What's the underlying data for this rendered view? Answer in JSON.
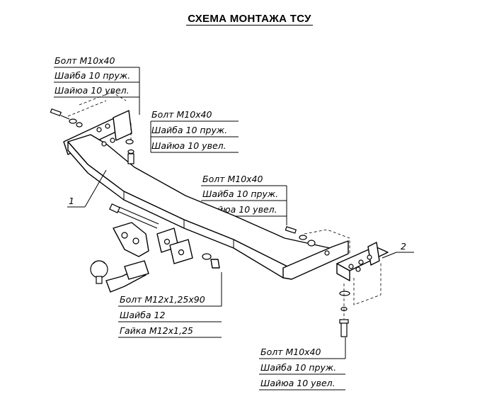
{
  "title": "СХЕМА МОНТАЖА ТСУ",
  "callouts": {
    "top_left": [
      "Болт М10х40",
      "Шайба 10 пруж.",
      "Шайюа 10 увел."
    ],
    "top_mid": [
      "Болт М10х40",
      "Шайба 10 пруж.",
      "Шайюа 10 увел."
    ],
    "mid_right": [
      "Болт М10х40",
      "Шайба 10 пруж.",
      "Шайюа 10 увел."
    ],
    "ball": [
      "Болт М12х1,25х90",
      "Шайба 12",
      "Гайка М12х1,25"
    ],
    "bottom_right": [
      "Болт М10х40",
      "Шайба 10 пруж.",
      "Шайюа 10 увел."
    ]
  },
  "part_numbers": {
    "beam": "1",
    "bracket": "2"
  }
}
